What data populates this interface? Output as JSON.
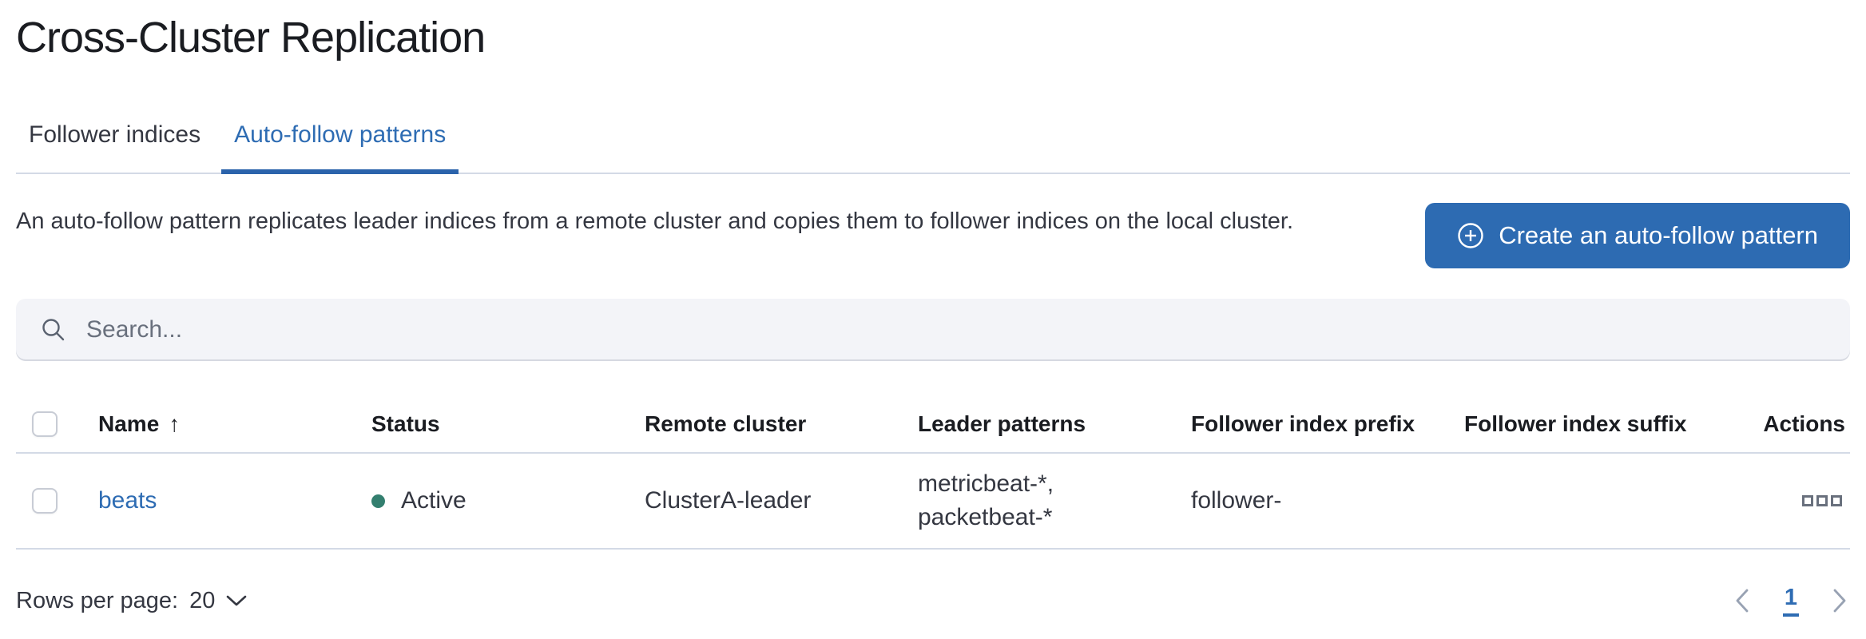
{
  "page": {
    "title": "Cross-Cluster Replication"
  },
  "tabs": [
    {
      "label": "Follower indices",
      "active": false
    },
    {
      "label": "Auto-follow patterns",
      "active": true
    }
  ],
  "intro": {
    "description": "An auto-follow pattern replicates leader indices from a remote cluster and copies them to follower indices on the local cluster.",
    "create_button_label": "Create an auto-follow pattern",
    "create_button_icon": "plus-in-circle-icon"
  },
  "search": {
    "placeholder": "Search...",
    "value": "",
    "icon": "search-icon"
  },
  "table": {
    "columns": [
      "Name",
      "Status",
      "Remote cluster",
      "Leader patterns",
      "Follower index prefix",
      "Follower index suffix",
      "Actions"
    ],
    "sort": {
      "column": "Name",
      "direction": "ascending",
      "arrow": "↑"
    },
    "rows": [
      {
        "name": "beats",
        "status": "Active",
        "remote_cluster": "ClusterA-leader",
        "leader_patterns": "metricbeat-*, packetbeat-*",
        "follower_index_prefix": "follower-",
        "follower_index_suffix": "",
        "actions_icon": "boxes-horizontal-icon"
      }
    ]
  },
  "footer": {
    "rows_per_page_label": "Rows per page:",
    "rows_per_page_value": "20",
    "rows_per_page_icon": "chevron-down-icon",
    "pagination": {
      "prev_icon": "chevron-left-icon",
      "current_page": "1",
      "next_icon": "chevron-right-icon"
    }
  },
  "colors": {
    "accent_blue": "#2e6cb3",
    "button_blue": "#2d6bb2",
    "tab_underline_blue": "#2b63ab",
    "status_active_teal": "#337f6f",
    "border_light": "#d3dae6",
    "text_dark": "#1a1c21",
    "text_body": "#343741",
    "text_subdued": "#69707d",
    "pagination_chevron_gray": "#98a2b3",
    "search_background": "#f3f4f8"
  }
}
